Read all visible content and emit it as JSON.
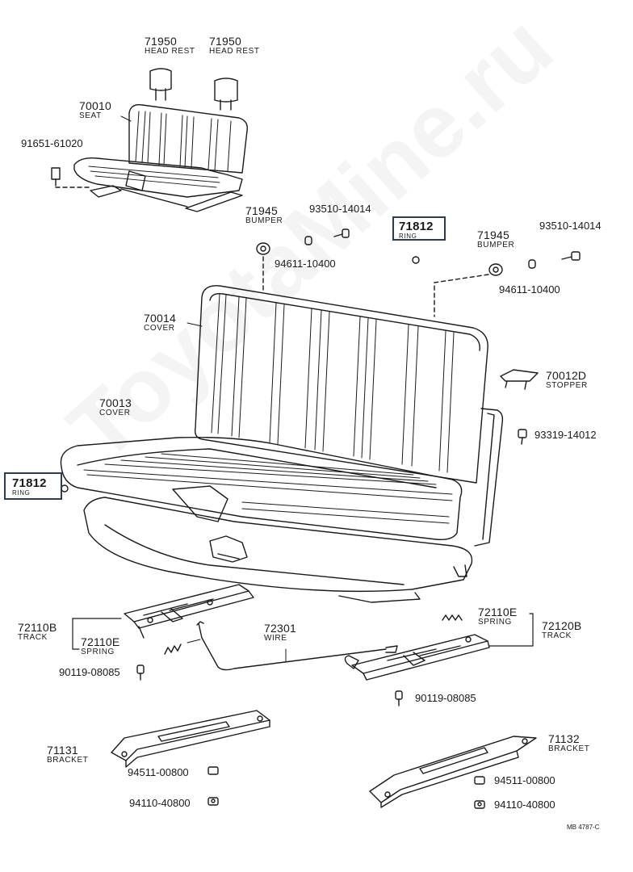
{
  "watermark": "ToyotaMine.ru",
  "diagram_code": "MB 4787-C",
  "parts": {
    "headrest_left": {
      "number": "71950",
      "name": "HEAD REST"
    },
    "headrest_right": {
      "number": "71950",
      "name": "HEAD REST"
    },
    "seat": {
      "number": "70010",
      "name": "SEAT"
    },
    "bolt_seat": {
      "number": "91651-61020"
    },
    "bumper_left": {
      "number": "71945",
      "name": "BUMPER"
    },
    "screw_top_left": {
      "number": "93510-14014"
    },
    "nut_left": {
      "number": "94611-10400"
    },
    "ring_top": {
      "number": "71812",
      "name": "RING"
    },
    "bumper_right": {
      "number": "71945",
      "name": "BUMPER"
    },
    "screw_top_right": {
      "number": "93510-14014"
    },
    "nut_right": {
      "number": "94611-10400"
    },
    "back_cover": {
      "number": "70014",
      "name": "COVER"
    },
    "stopper": {
      "number": "70012D",
      "name": "STOPPER"
    },
    "cushion_cover": {
      "number": "70013",
      "name": "COVER"
    },
    "screw_side": {
      "number": "93319-14012"
    },
    "ring_left": {
      "number": "71812",
      "name": "RING"
    },
    "track_left": {
      "number": "72110B",
      "name": "TRACK"
    },
    "spring_left": {
      "number": "72110E",
      "name": "SPRING"
    },
    "wire": {
      "number": "72301",
      "name": "WIRE"
    },
    "spring_right": {
      "number": "72110E",
      "name": "SPRING"
    },
    "track_right": {
      "number": "72120B",
      "name": "TRACK"
    },
    "bolt_left": {
      "number": "90119-08085"
    },
    "bolt_right": {
      "number": "90119-08085"
    },
    "bracket_left": {
      "number": "71131",
      "name": "BRACKET"
    },
    "bracket_right": {
      "number": "71132",
      "name": "BRACKET"
    },
    "nut_bracket_left": {
      "number": "94511-00800"
    },
    "washer_bracket_left": {
      "number": "94110-40800"
    },
    "nut_bracket_right": {
      "number": "94511-00800"
    },
    "washer_bracket_right": {
      "number": "94110-40800"
    }
  }
}
